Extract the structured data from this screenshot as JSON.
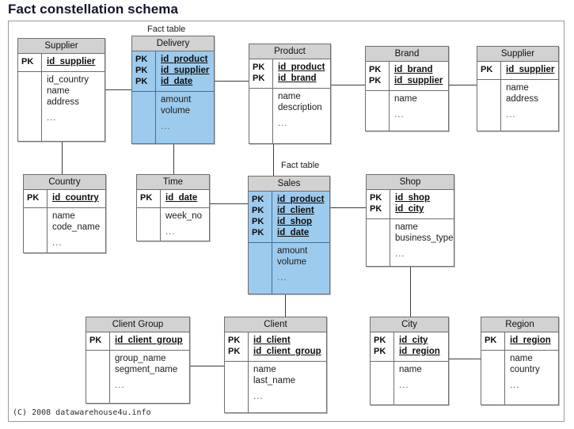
{
  "title": "Fact constellation schema",
  "footer": "(C) 2008 datawarehouse4u.info",
  "colors": {
    "fact_fill": "#9dcbee",
    "header_fill": "#d2d2d2",
    "border": "#6e6e6e",
    "title_text": "#12142e",
    "line": "#3c3c3c"
  },
  "captions": {
    "delivery_fact": "Fact table",
    "sales_fact": "Fact table"
  },
  "pk_label": "PK",
  "ellipsis": "...",
  "tables": {
    "supplier_left": {
      "name": "Supplier",
      "kind": "dimension",
      "keys": [
        {
          "pk": "PK",
          "field": "id_supplier"
        }
      ],
      "attributes": [
        "id_country",
        "name",
        "address",
        "..."
      ]
    },
    "delivery": {
      "name": "Delivery",
      "kind": "fact",
      "keys": [
        {
          "pk": "PK",
          "field": "id_product"
        },
        {
          "pk": "PK",
          "field": "id_supplier"
        },
        {
          "pk": "PK",
          "field": "id_date"
        }
      ],
      "attributes": [
        "amount",
        "volume",
        "..."
      ]
    },
    "product": {
      "name": "Product",
      "kind": "dimension",
      "keys": [
        {
          "pk": "PK",
          "field": "id_product"
        },
        {
          "pk": "PK",
          "field": "id_brand"
        }
      ],
      "attributes": [
        "name",
        "description",
        "..."
      ]
    },
    "brand": {
      "name": "Brand",
      "kind": "dimension",
      "keys": [
        {
          "pk": "PK",
          "field": "id_brand"
        },
        {
          "pk": "PK",
          "field": "id_supplier"
        }
      ],
      "attributes": [
        "name",
        "..."
      ]
    },
    "supplier_right": {
      "name": "Supplier",
      "kind": "dimension",
      "keys": [
        {
          "pk": "PK",
          "field": "id_supplier"
        }
      ],
      "attributes": [
        "name",
        "address",
        "..."
      ]
    },
    "country": {
      "name": "Country",
      "kind": "dimension",
      "keys": [
        {
          "pk": "PK",
          "field": "id_country"
        }
      ],
      "attributes": [
        "name",
        "code_name",
        "..."
      ]
    },
    "time": {
      "name": "Time",
      "kind": "dimension",
      "keys": [
        {
          "pk": "PK",
          "field": "id_date"
        }
      ],
      "attributes": [
        "week_no",
        "..."
      ]
    },
    "sales": {
      "name": "Sales",
      "kind": "fact",
      "keys": [
        {
          "pk": "PK",
          "field": "id_product"
        },
        {
          "pk": "PK",
          "field": "id_client"
        },
        {
          "pk": "PK",
          "field": "id_shop"
        },
        {
          "pk": "PK",
          "field": "id_date"
        }
      ],
      "attributes": [
        "amount",
        "volume",
        "..."
      ]
    },
    "shop": {
      "name": "Shop",
      "kind": "dimension",
      "keys": [
        {
          "pk": "PK",
          "field": "id_shop"
        },
        {
          "pk": "PK",
          "field": "id_city"
        }
      ],
      "attributes": [
        "name",
        "business_type",
        "..."
      ]
    },
    "client_group": {
      "name": "Client Group",
      "kind": "dimension",
      "keys": [
        {
          "pk": "PK",
          "field": "id_client_group"
        }
      ],
      "attributes": [
        "group_name",
        "segment_name",
        "..."
      ]
    },
    "client": {
      "name": "Client",
      "kind": "dimension",
      "keys": [
        {
          "pk": "PK",
          "field": "id_client"
        },
        {
          "pk": "PK",
          "field": "id_client_group"
        }
      ],
      "attributes": [
        "name",
        "last_name",
        "..."
      ]
    },
    "city": {
      "name": "City",
      "kind": "dimension",
      "keys": [
        {
          "pk": "PK",
          "field": "id_city"
        },
        {
          "pk": "PK",
          "field": "id_region"
        }
      ],
      "attributes": [
        "name",
        "..."
      ]
    },
    "region": {
      "name": "Region",
      "kind": "dimension",
      "keys": [
        {
          "pk": "PK",
          "field": "id_region"
        }
      ],
      "attributes": [
        "name",
        "country",
        "..."
      ]
    }
  },
  "relationships": [
    {
      "from": "supplier_left",
      "to": "delivery"
    },
    {
      "from": "delivery",
      "to": "product"
    },
    {
      "from": "product",
      "to": "brand"
    },
    {
      "from": "brand",
      "to": "supplier_right"
    },
    {
      "from": "supplier_left",
      "to": "country"
    },
    {
      "from": "delivery",
      "to": "time"
    },
    {
      "from": "time",
      "to": "sales"
    },
    {
      "from": "product",
      "to": "sales"
    },
    {
      "from": "sales",
      "to": "shop"
    },
    {
      "from": "sales",
      "to": "client"
    },
    {
      "from": "client_group",
      "to": "client"
    },
    {
      "from": "shop",
      "to": "city"
    },
    {
      "from": "city",
      "to": "region"
    }
  ]
}
